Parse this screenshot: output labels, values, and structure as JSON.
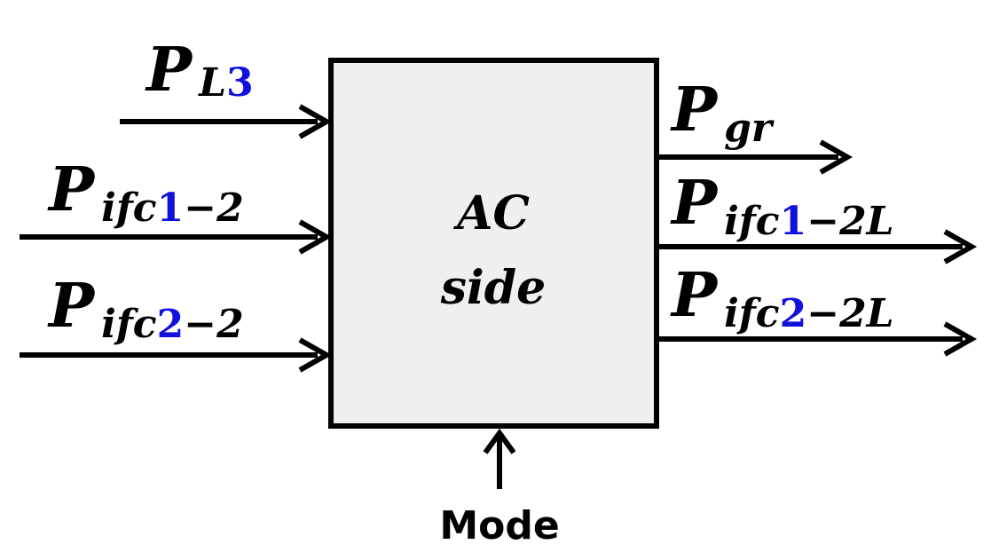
{
  "block": {
    "title_line1": "AC",
    "title_line2": "side",
    "fill": "#efefef",
    "border": "#000000"
  },
  "bottom_input": {
    "label": "Mode"
  },
  "inputs": [
    {
      "main": "P",
      "sub_black": "L",
      "sub_blue": "3",
      "sub_tail": ""
    },
    {
      "main": "P",
      "sub_black": "ifc",
      "sub_blue": "1",
      "sub_tail": "−2"
    },
    {
      "main": "P",
      "sub_black": "ifc",
      "sub_blue": "2",
      "sub_tail": "−2"
    }
  ],
  "outputs": [
    {
      "main": "P",
      "sub_black": "gr",
      "sub_blue": "",
      "sub_tail": ""
    },
    {
      "main": "P",
      "sub_black": "ifc",
      "sub_blue": "1",
      "sub_tail": "−2L"
    },
    {
      "main": "P",
      "sub_black": "ifc",
      "sub_blue": "2",
      "sub_tail": "−2L"
    }
  ],
  "colors": {
    "accent_blue": "#1111dd",
    "line": "#000000"
  }
}
